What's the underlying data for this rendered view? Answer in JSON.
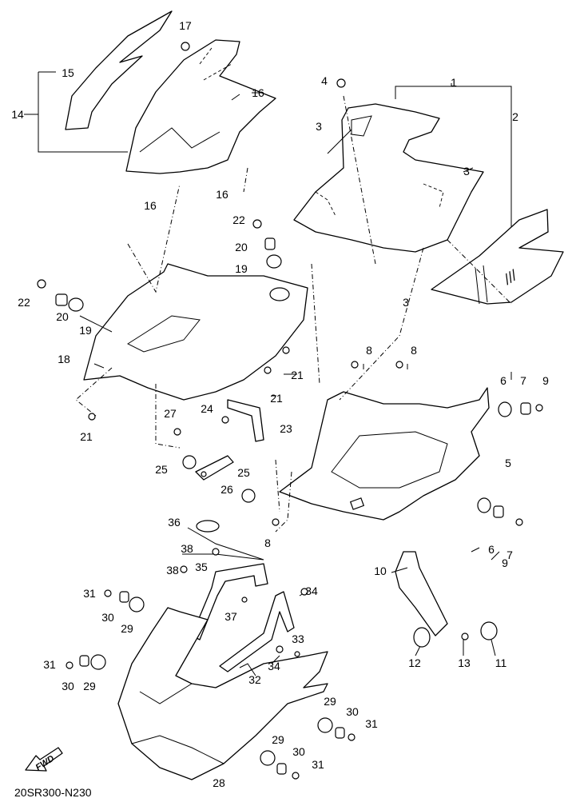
{
  "diagram": {
    "drawing_code": "20SR300-N230",
    "forward_badge": "FWD",
    "callouts": [
      "17",
      "15",
      "14",
      "16",
      "16",
      "16",
      "1",
      "2",
      "4",
      "3",
      "3",
      "3",
      "22",
      "20",
      "19",
      "22",
      "20",
      "19",
      "18",
      "21",
      "21",
      "21",
      "8",
      "8",
      "6",
      "7",
      "9",
      "5",
      "27",
      "24",
      "23",
      "25",
      "26",
      "25",
      "8",
      "6",
      "7",
      "9",
      "36",
      "38",
      "38",
      "35",
      "10",
      "34",
      "31",
      "30",
      "29",
      "37",
      "33",
      "34",
      "32",
      "12",
      "13",
      "11",
      "31",
      "30",
      "29",
      "29",
      "30",
      "31",
      "29",
      "30",
      "31",
      "28"
    ]
  }
}
